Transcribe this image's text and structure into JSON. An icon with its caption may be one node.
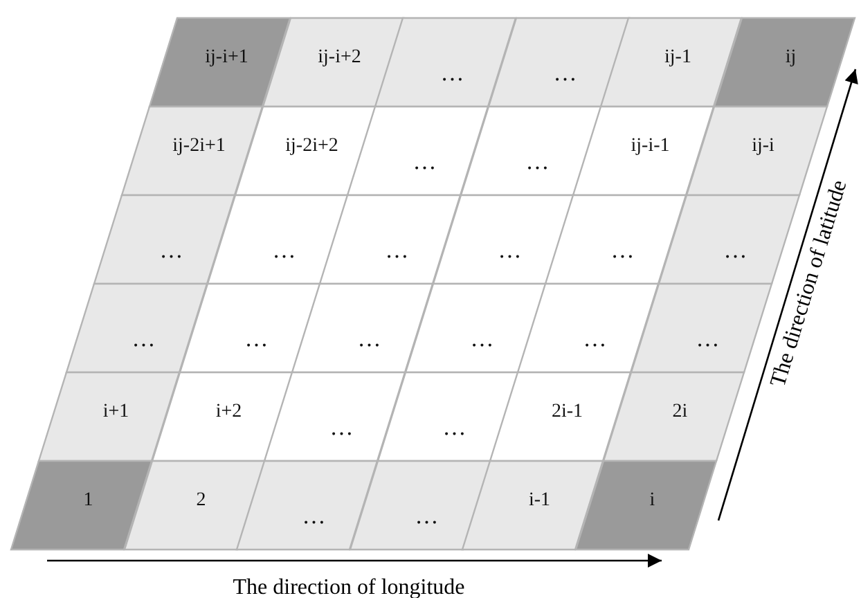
{
  "diagram": {
    "nodes": [
      {
        "text": [
          "ij-i+1"
        ]
      },
      {
        "text": [
          "ij-i+2"
        ]
      },
      {
        "text": [
          "…"
        ]
      },
      {
        "text": [
          "…"
        ]
      },
      {
        "text": [
          "ij-1"
        ]
      },
      {
        "text": [
          "ij"
        ]
      },
      {
        "text": [
          "ij-2i+1"
        ]
      },
      {
        "text": [
          "ij-2i+2"
        ]
      },
      {
        "text": [
          "…"
        ]
      },
      {
        "text": [
          "…"
        ]
      },
      {
        "text": [
          "ij-i-1"
        ]
      },
      {
        "text": [
          "ij-i"
        ]
      },
      {
        "text": [
          "…"
        ]
      },
      {
        "text": [
          "…"
        ]
      },
      {
        "text": [
          "…"
        ]
      },
      {
        "text": [
          "…"
        ]
      },
      {
        "text": [
          "…"
        ]
      },
      {
        "text": [
          "…"
        ]
      },
      {
        "text": [
          "…"
        ]
      },
      {
        "text": [
          "…"
        ]
      },
      {
        "text": [
          "…"
        ]
      },
      {
        "text": [
          "…"
        ]
      },
      {
        "text": [
          "…"
        ]
      },
      {
        "text": [
          "…"
        ]
      },
      {
        "text": [
          "i+1"
        ]
      },
      {
        "text": [
          "i+2"
        ]
      },
      {
        "text": [
          "…"
        ]
      },
      {
        "text": [
          "…"
        ]
      },
      {
        "text": [
          "2i-1"
        ]
      },
      {
        "text": [
          "2i"
        ]
      },
      {
        "text": [
          "1"
        ]
      },
      {
        "text": [
          "2"
        ]
      },
      {
        "text": [
          "…"
        ]
      },
      {
        "text": [
          "…"
        ]
      },
      {
        "text": [
          "i-1"
        ]
      },
      {
        "text": [
          "i"
        ]
      }
    ],
    "labels": [
      "The direction of latitude",
      "The direction of longitude"
    ]
  }
}
